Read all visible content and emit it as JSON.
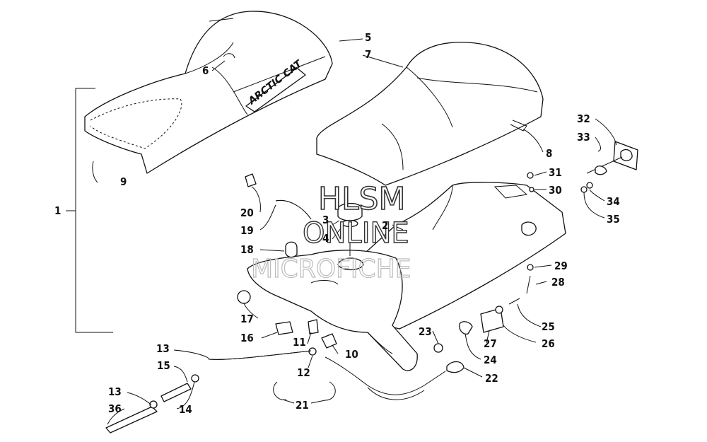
{
  "watermark": {
    "line1": "HLSM",
    "line2": "ONLINE",
    "line3": "MICROFICHE"
  },
  "seat_brand": "ARCTIC CAT",
  "callouts": [
    {
      "id": "c1",
      "label": "1"
    },
    {
      "id": "c2",
      "label": "2"
    },
    {
      "id": "c3",
      "label": "3"
    },
    {
      "id": "c4",
      "label": "4"
    },
    {
      "id": "c5",
      "label": "5"
    },
    {
      "id": "c6",
      "label": "6"
    },
    {
      "id": "c7",
      "label": "7"
    },
    {
      "id": "c8",
      "label": "8"
    },
    {
      "id": "c9",
      "label": "9"
    },
    {
      "id": "c10",
      "label": "10"
    },
    {
      "id": "c11",
      "label": "11"
    },
    {
      "id": "c12",
      "label": "12"
    },
    {
      "id": "c13a",
      "label": "13"
    },
    {
      "id": "c13b",
      "label": "13"
    },
    {
      "id": "c14",
      "label": "14"
    },
    {
      "id": "c15",
      "label": "15"
    },
    {
      "id": "c16",
      "label": "16"
    },
    {
      "id": "c17",
      "label": "17"
    },
    {
      "id": "c18",
      "label": "18"
    },
    {
      "id": "c19",
      "label": "19"
    },
    {
      "id": "c20",
      "label": "20"
    },
    {
      "id": "c21",
      "label": "21"
    },
    {
      "id": "c22",
      "label": "22"
    },
    {
      "id": "c23",
      "label": "23"
    },
    {
      "id": "c24",
      "label": "24"
    },
    {
      "id": "c25",
      "label": "25"
    },
    {
      "id": "c26",
      "label": "26"
    },
    {
      "id": "c27",
      "label": "27"
    },
    {
      "id": "c28",
      "label": "28"
    },
    {
      "id": "c29",
      "label": "29"
    },
    {
      "id": "c30",
      "label": "30"
    },
    {
      "id": "c31",
      "label": "31"
    },
    {
      "id": "c32",
      "label": "32"
    },
    {
      "id": "c33",
      "label": "33"
    },
    {
      "id": "c34",
      "label": "34"
    },
    {
      "id": "c35",
      "label": "35"
    },
    {
      "id": "c36",
      "label": "36"
    }
  ]
}
